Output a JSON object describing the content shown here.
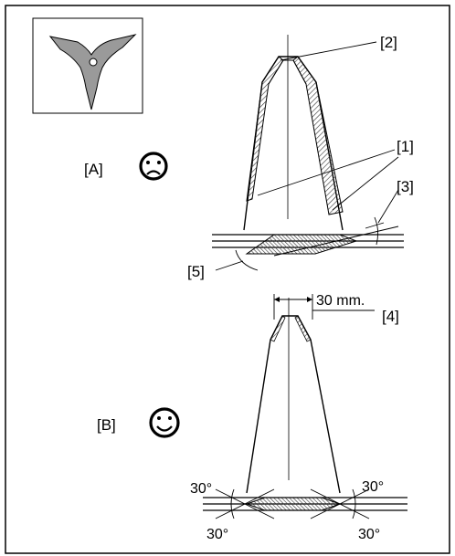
{
  "labels": {
    "a": "[A]",
    "b": "[B]",
    "c1": "[1]",
    "c2": "[2]",
    "c3": "[3]",
    "c4": "[4]",
    "c5": "[5]",
    "dimension": "30 mm.",
    "angle_tl": "30°",
    "angle_tr": "30°",
    "angle_bl": "30°",
    "angle_br": "30°"
  },
  "icons": {
    "sad": "sad-face-icon",
    "happy": "happy-face-icon",
    "blade": "three-prong-blade-icon"
  },
  "colors": {
    "line": "#000000",
    "blade_fill": "#9a9a9a",
    "hatch": "#333333"
  }
}
